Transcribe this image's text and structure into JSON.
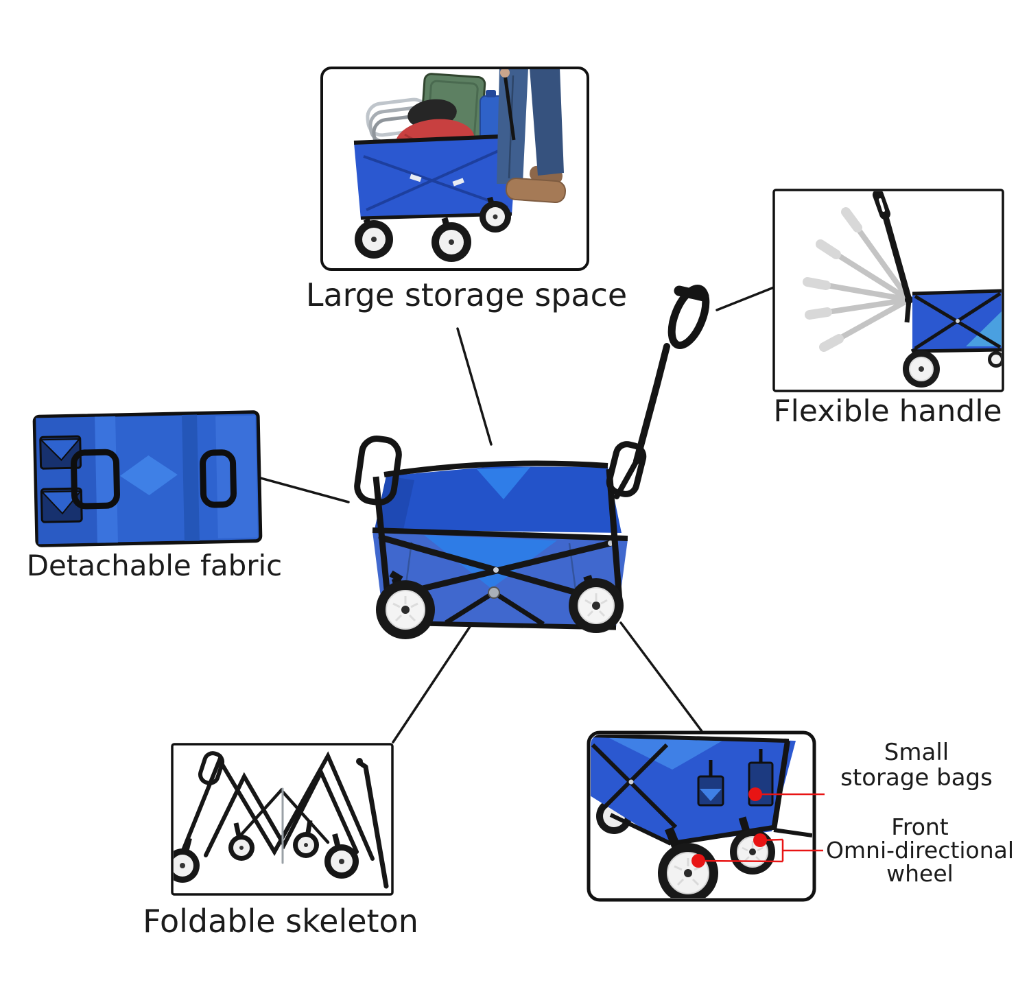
{
  "labels": {
    "large_storage_space": "Large storage space",
    "flexible_handle": "Flexible handle",
    "detachable_fabric": "Detachable fabric",
    "foldable_skeleton": "Foldable skeleton",
    "small_storage_bags": {
      "line1": "Small",
      "line2": "storage bags"
    },
    "front_omni_wheel": {
      "line1": "Front",
      "line2": "Omni-directional",
      "line3": "wheel"
    }
  },
  "colors": {
    "annotation_red": "#e81414",
    "fabric_blue": "#2b58d0",
    "fabric_blue_dark": "#2353c9",
    "fabric_blue_light": "#3f80e6",
    "fabric_blue_muted": "#4068ce",
    "frame_black": "#161616",
    "ghost_gray": "#c4c4c4",
    "text_black": "#1b1b1b"
  }
}
